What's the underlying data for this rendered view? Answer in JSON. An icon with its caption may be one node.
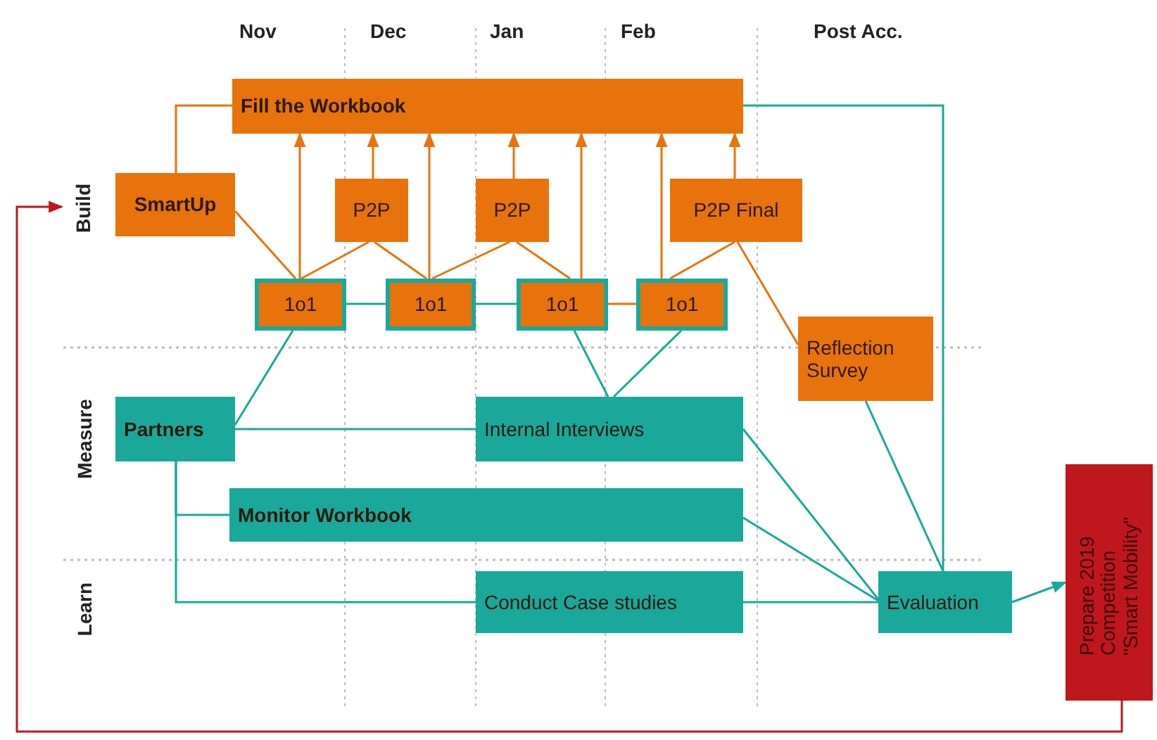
{
  "diagram": {
    "nodes": [
      {
        "text": [
          "Fill the Workbook"
        ]
      },
      {
        "text": [
          "SmartUp"
        ]
      },
      {
        "text": [
          "P2P"
        ]
      },
      {
        "text": [
          "P2P"
        ]
      },
      {
        "text": [
          "P2P Final"
        ]
      },
      {
        "text": [
          "1o1"
        ]
      },
      {
        "text": [
          "1o1"
        ]
      },
      {
        "text": [
          "1o1"
        ]
      },
      {
        "text": [
          "1o1"
        ]
      },
      {
        "text": [
          "Reflection Survey"
        ]
      },
      {
        "text": [
          "Partners"
        ]
      },
      {
        "text": [
          "Internal Interviews"
        ]
      },
      {
        "text": [
          "Monitor Workbook"
        ]
      },
      {
        "text": [
          "Conduct Case studies"
        ]
      },
      {
        "text": [
          "Evaluation"
        ]
      },
      {
        "text": [
          "Prepare 2019 Competition \"Smart Mobility\""
        ]
      },
      {
        "text": [
          "Build"
        ]
      }
    ],
    "edges": [
      {
        "from": 1,
        "to": 0,
        "arrow": "none"
      },
      {
        "from": 5,
        "to": 0,
        "arrow": "to"
      },
      {
        "from": 2,
        "to": 0,
        "arrow": "to"
      },
      {
        "from": 6,
        "to": 0,
        "arrow": "to"
      },
      {
        "from": 3,
        "to": 0,
        "arrow": "to"
      },
      {
        "from": 7,
        "to": 0,
        "arrow": "to"
      },
      {
        "from": 8,
        "to": 0,
        "arrow": "to"
      },
      {
        "from": 4,
        "to": 0,
        "arrow": "to"
      },
      {
        "from": 1,
        "to": 5,
        "arrow": "none"
      },
      {
        "from": 5,
        "to": 2,
        "arrow": "none"
      },
      {
        "from": 2,
        "to": 6,
        "arrow": "none"
      },
      {
        "from": 6,
        "to": 3,
        "arrow": "none"
      },
      {
        "from": 3,
        "to": 7,
        "arrow": "none"
      },
      {
        "from": 8,
        "to": 4,
        "arrow": "none"
      },
      {
        "from": 4,
        "to": 9,
        "arrow": "none"
      },
      {
        "from": 5,
        "to": 6,
        "arrow": "none",
        "color": "#1aa89b"
      },
      {
        "from": 6,
        "to": 7,
        "arrow": "none",
        "color": "#1aa89b"
      },
      {
        "from": 7,
        "to": 8,
        "arrow": "none"
      },
      {
        "from": 5,
        "to": 10,
        "arrow": "none",
        "color": "#1aa89b"
      },
      {
        "from": 7,
        "to": 11,
        "arrow": "none",
        "color": "#1aa89b"
      },
      {
        "from": 8,
        "to": 11,
        "arrow": "none",
        "color": "#1aa89b"
      },
      {
        "from": 10,
        "to": 11,
        "arrow": "none",
        "color": "#1aa89b"
      },
      {
        "from": 10,
        "to": 12,
        "arrow": "none",
        "color": "#1aa89b"
      },
      {
        "from": 10,
        "to": 13,
        "arrow": "none",
        "color": "#1aa89b"
      },
      {
        "from": 11,
        "to": 14,
        "arrow": "none",
        "color": "#1aa89b"
      },
      {
        "from": 12,
        "to": 14,
        "arrow": "none",
        "color": "#1aa89b"
      },
      {
        "from": 13,
        "to": 14,
        "arrow": "none",
        "color": "#1aa89b"
      },
      {
        "from": 9,
        "to": 14,
        "arrow": "none",
        "color": "#1aa89b"
      },
      {
        "from": 0,
        "to": 14,
        "arrow": "none",
        "color": "#1aa89b"
      },
      {
        "from": 14,
        "to": 15,
        "arrow": "to",
        "color": "#1aa89b"
      },
      {
        "from": 15,
        "to": 16,
        "arrow": "to",
        "color": "#c0161e"
      }
    ],
    "labels": [
      "Nov",
      "Dec",
      "Jan",
      "Feb",
      "Post Acc.",
      "Measure",
      "Learn"
    ]
  }
}
